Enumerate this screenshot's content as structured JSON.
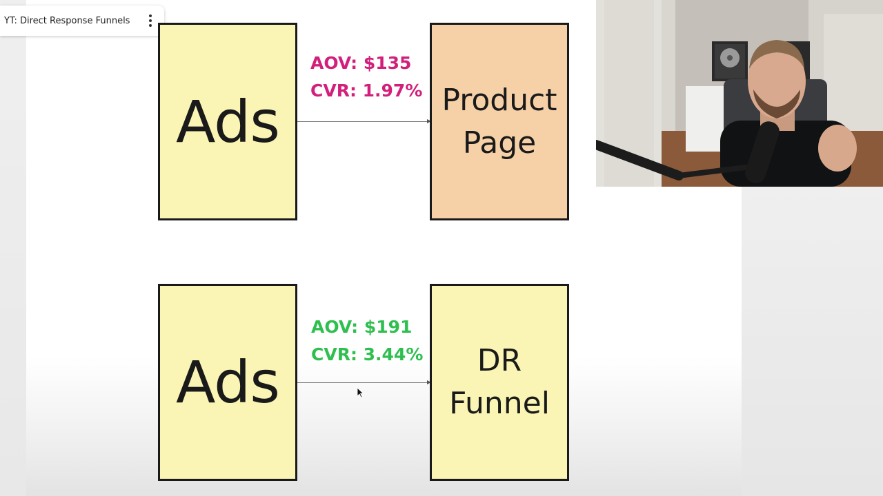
{
  "document": {
    "title": "YT: Direct Response Funnels",
    "menu_icon": "more-vertical-icon"
  },
  "diagram": {
    "top_row": {
      "source_label": "Ads",
      "target_label": "Product\nPage",
      "aov": "AOV: $135",
      "cvr": "CVR: 1.97%",
      "metric_color": "#d21f7c",
      "target_color": "#f6d1a8"
    },
    "bottom_row": {
      "source_label": "Ads",
      "target_label": "DR\nFunnel",
      "aov": "AOV: $191",
      "cvr": "CVR: 3.44%",
      "metric_color": "#2fbf4f",
      "target_color": "#faf5b4"
    },
    "box_color": "#faf5b4"
  },
  "webcam": {
    "description_icon": "presenter-video-icon"
  }
}
